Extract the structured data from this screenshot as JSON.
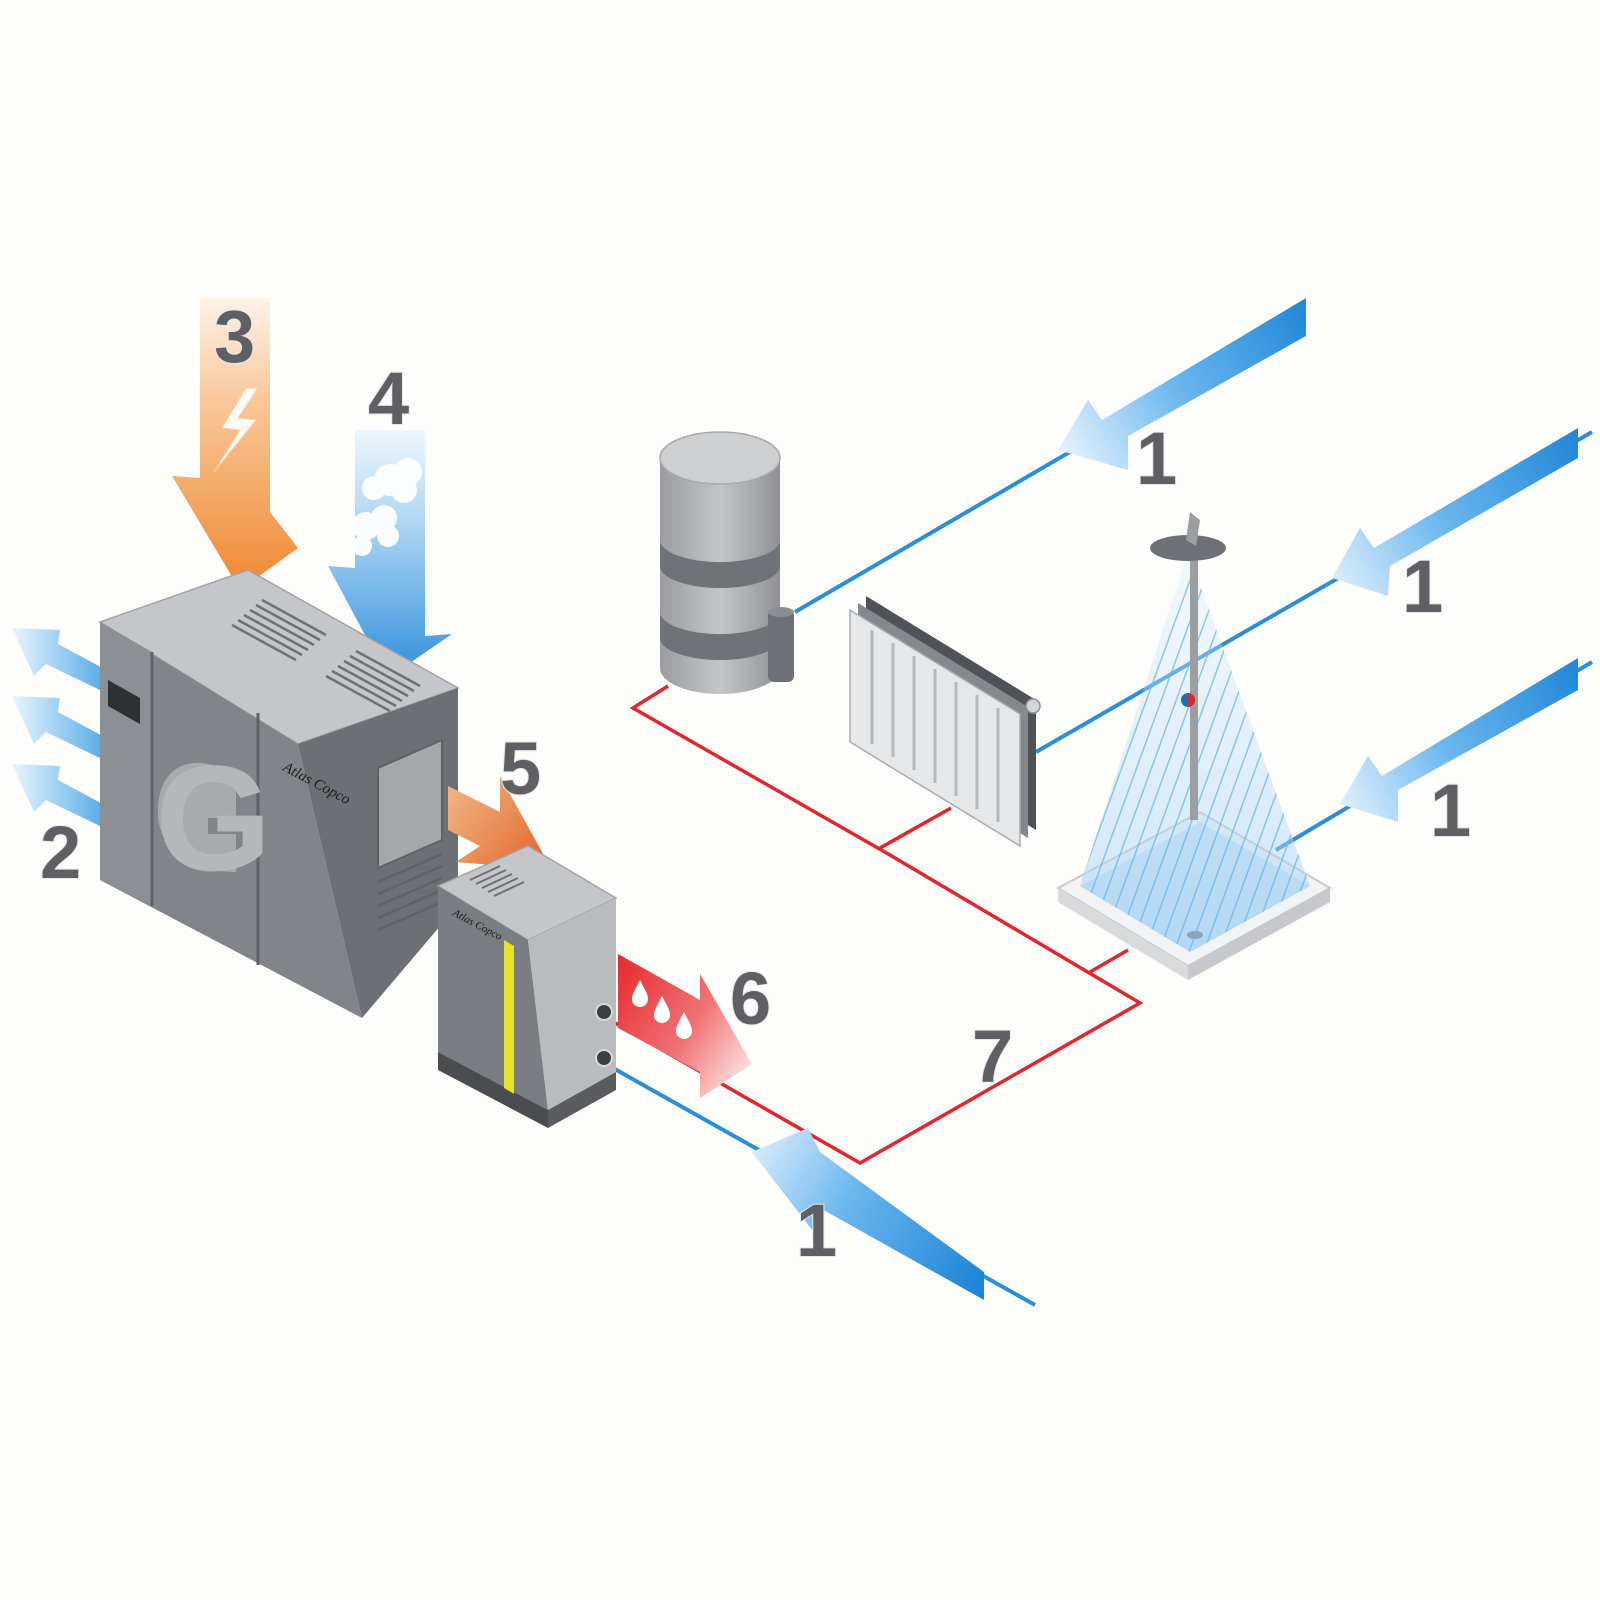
{
  "labels": {
    "n1": "1",
    "n2": "2",
    "n3": "3",
    "n4": "4",
    "n5": "5",
    "n6": "6",
    "n7": "7"
  },
  "compressor": {
    "brand": "Atlas Copco",
    "logo_letter": "G"
  },
  "recovery_unit": {
    "brand": "Atlas Copco"
  },
  "colors": {
    "cold_water": "#2a8fd8",
    "hot_water": "#e2262a",
    "electric_energy": "#f08a2c",
    "cooling_air": "#3f9ee4",
    "heat_output": "#e4733a",
    "cabinet": "#808389",
    "cabinet_top": "#c4c6c9"
  },
  "icons": [
    "lightning-bolt-icon",
    "cloud-icon",
    "water-drop-icon"
  ]
}
